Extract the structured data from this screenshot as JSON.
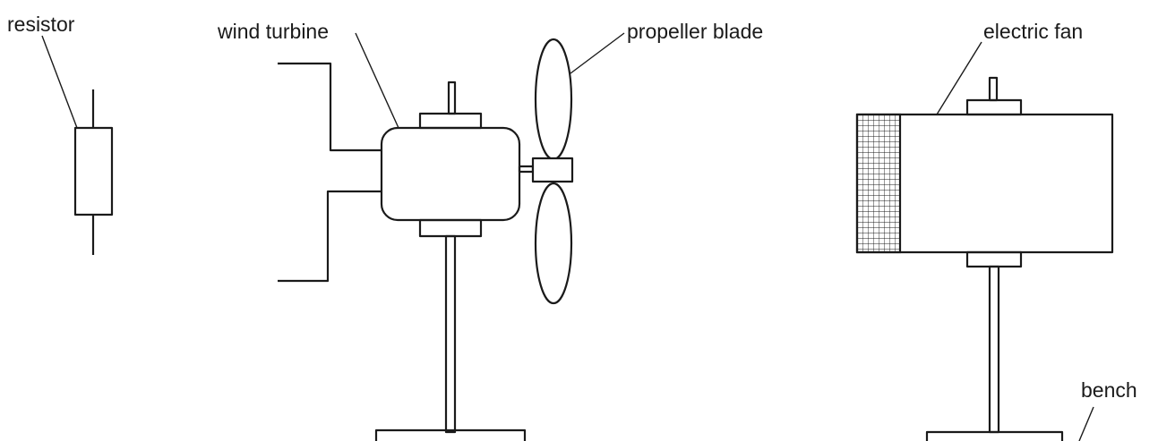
{
  "labels": {
    "resistor": "resistor",
    "wind_turbine": "wind turbine",
    "propeller_blade": "propeller blade",
    "electric_fan": "electric fan",
    "bench": "bench"
  }
}
